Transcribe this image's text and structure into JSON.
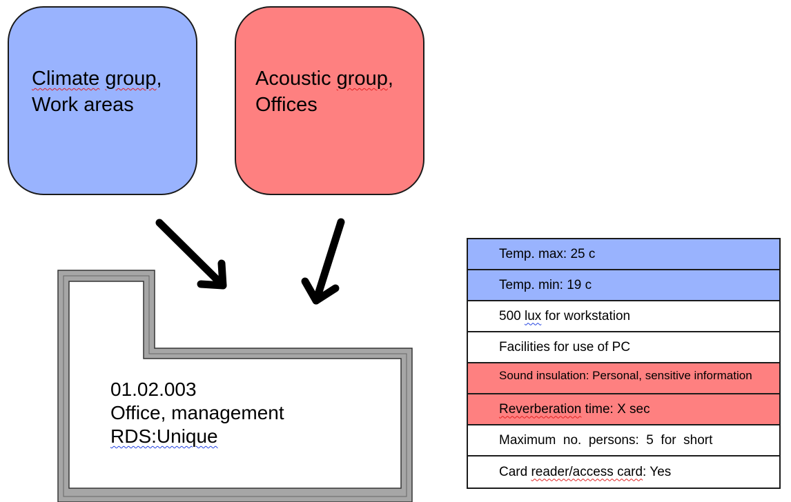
{
  "groups": {
    "climate": {
      "line1_a": "Climate",
      "line1_b": "group",
      "line1_c": ",",
      "line2": "Work areas",
      "color": "#99b3fe"
    },
    "acoustic": {
      "line1_a": "Acoustic",
      "line1_b": "group",
      "line1_c": ",",
      "line2": "Offices",
      "color": "#fe8080"
    }
  },
  "room": {
    "number": "01.02.003",
    "name": "Office, management",
    "rds_label": "RDS:Unique"
  },
  "properties": [
    {
      "pre": "Temp. max: 25 c",
      "wavy": "",
      "post": "",
      "group": "climate"
    },
    {
      "pre": "Temp. min: 19 c",
      "wavy": "",
      "post": "",
      "group": "climate"
    },
    {
      "pre": "500 ",
      "wavy": "lux",
      "post": " for workstation",
      "group": "none"
    },
    {
      "pre": "Facilities for use of PC",
      "wavy": "",
      "post": "",
      "group": "none"
    },
    {
      "pre": "Sound insulation: Personal, sensitive information",
      "wavy": "",
      "post": "",
      "group": "acoustic"
    },
    {
      "pre": "",
      "wavy": "Reverberation",
      "post": " time: X sec",
      "group": "acoustic"
    },
    {
      "pre": "Maximum  no.  persons:  5  for  short",
      "wavy": "",
      "post": "",
      "group": "none"
    },
    {
      "pre": "Card ",
      "wavy": "reader/access card",
      "post": ": Yes",
      "group": "none"
    }
  ],
  "colors": {
    "climate": "#99b3fe",
    "acoustic": "#fe8080",
    "none": "#ffffff",
    "wall": "#a6a6a6"
  }
}
